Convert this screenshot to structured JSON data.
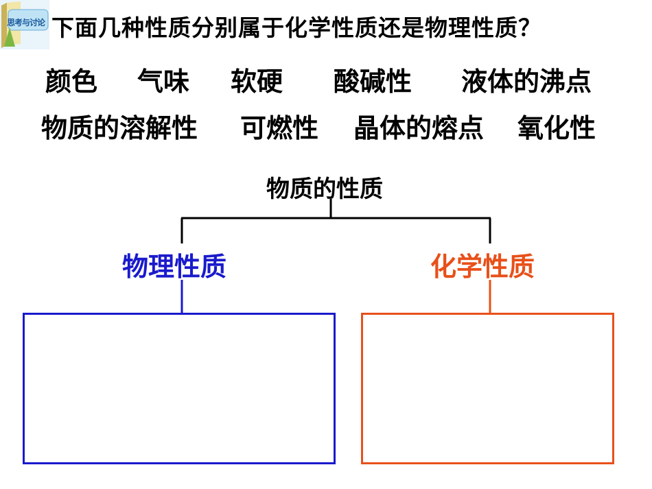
{
  "badge": {
    "label": "思考与讨论",
    "icon": "book-discussion-icon"
  },
  "question": "下面几种性质分别属于化学性质还是物理性质？",
  "properties": {
    "row1": [
      "颜色",
      "气味",
      "软硬",
      "酸碱性",
      "液体的沸点"
    ],
    "row2": [
      "物质的溶解性",
      "可燃性",
      "晶体的熔点",
      "氧化性"
    ]
  },
  "tree": {
    "root": "物质的性质",
    "left": "物理性质",
    "right": "化学性质"
  },
  "colors": {
    "physical": "#1a1acc",
    "chemical": "#e8501a",
    "text": "#000000"
  }
}
